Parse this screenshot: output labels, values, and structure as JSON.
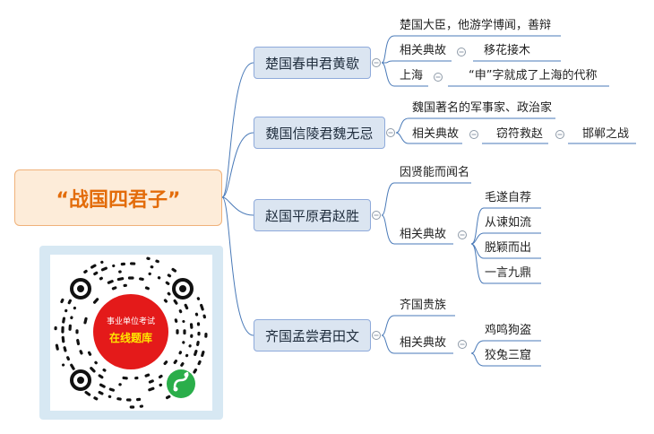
{
  "root": {
    "title": "“战国四君子”"
  },
  "branches": [
    {
      "title": "楚国春申君黄歇",
      "intro": "楚国大臣，他游学博闻，善辩",
      "story_label": "相关典故",
      "story": "移花接木",
      "place_label": "上海",
      "place_note": "“申”字就成了上海的代称"
    },
    {
      "title": "魏国信陵君魏无忌",
      "intro": "魏国著名的军事家、政治家",
      "story_label": "相关典故",
      "stories": [
        "窃符救赵",
        "邯郸之战"
      ]
    },
    {
      "title": "赵国平原君赵胜",
      "intro": "因贤能而闻名",
      "story_label": "相关典故",
      "stories": [
        "毛遂自荐",
        "从谏如流",
        "脱颖而出",
        "一言九鼎"
      ]
    },
    {
      "title": "齐国孟尝君田文",
      "intro": "齐国贵族",
      "story_label": "相关典故",
      "stories": [
        "鸡鸣狗盗",
        "狡兔三窟"
      ]
    }
  ],
  "qr": {
    "line1": "事业单位考试",
    "line2": "在线题库"
  },
  "colors": {
    "root_bg": "#fdecd9",
    "root_text": "#e36c0a",
    "branch_bg": "#dbe5f1",
    "qr_center": "#e41a1a",
    "qr_logo": "#2aae4a"
  }
}
